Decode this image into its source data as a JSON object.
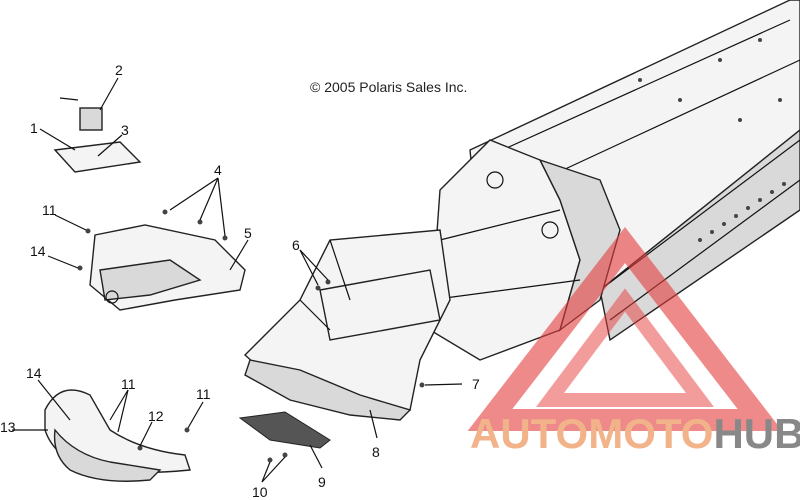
{
  "copyright": "© 2005 Polaris Sales Inc.",
  "callouts": {
    "c1": "1",
    "c2": "2",
    "c3": "3",
    "c4": "4",
    "c5": "5",
    "c6": "6",
    "c7": "7",
    "c8": "8",
    "c9": "9",
    "c10": "10",
    "c11a": "11",
    "c11b": "11",
    "c11c": "11",
    "c12": "12",
    "c13": "13",
    "c14a": "14",
    "c14b": "14"
  },
  "watermark": {
    "part1": "AUTO",
    "part2": "MOTO",
    "part3": "HUB"
  },
  "colors": {
    "watermark_red": "#e63c3c",
    "watermark_orange": "#f2a25a",
    "watermark_gray": "#8a8a8a"
  }
}
